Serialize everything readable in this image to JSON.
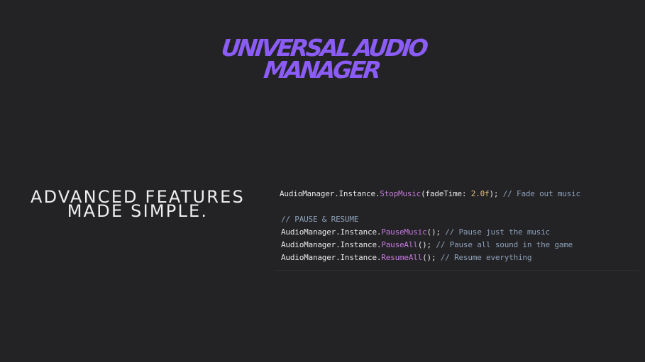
{
  "header": {
    "title_line1": "UNIVERSAL AUDIO",
    "title_line2": "MANAGER"
  },
  "section": {
    "tagline_line1": "ADVANCED FEATURES",
    "tagline_line2": "MADE SIMPLE."
  },
  "code": {
    "line1": {
      "prefix": "AudioManager.Instance.",
      "method": "StopMusic",
      "open": "(fadeTime: ",
      "number": "2.0f",
      "close": "); ",
      "comment": "// Fade out music"
    },
    "comment_header": "// PAUSE & RESUME",
    "line2": {
      "prefix": "AudioManager.Instance.",
      "method": "PauseMusic",
      "close": "(); ",
      "comment": "// Pause just the music"
    },
    "line3": {
      "prefix": "AudioManager.Instance.",
      "method": "PauseAll",
      "close": "(); ",
      "comment": "// Pause all sound in the game"
    },
    "line4": {
      "prefix": "AudioManager.Instance.",
      "method": "ResumeAll",
      "close": "(); ",
      "comment": "// Resume everything"
    }
  },
  "colors": {
    "background": "#232326",
    "accent": "#8b5cf6",
    "method": "#c678dd",
    "number": "#e5c07b",
    "comment": "#8da0b8"
  }
}
